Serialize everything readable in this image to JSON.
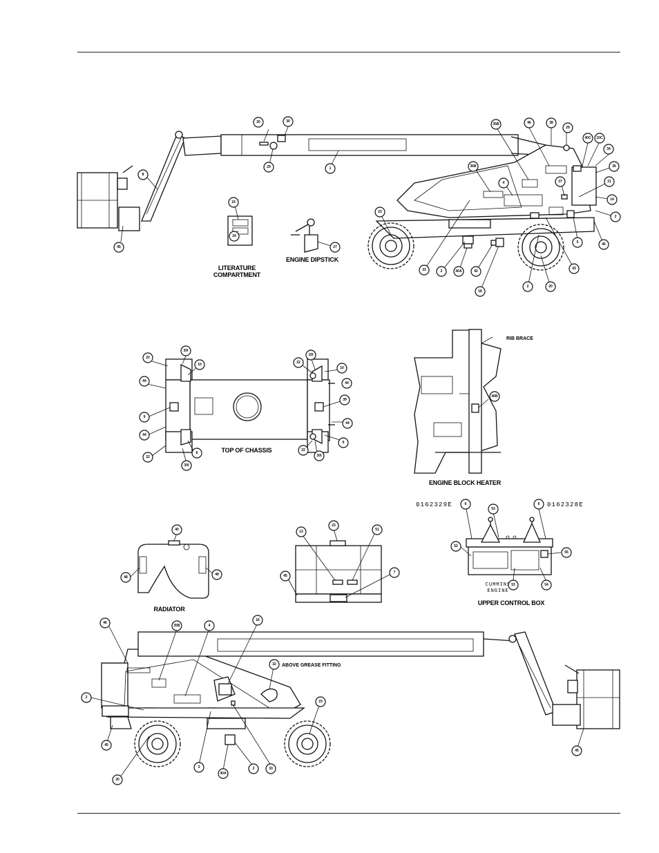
{
  "captions": {
    "literature": [
      "LITERATURE",
      "COMPARTMENT"
    ],
    "dipstick": "ENGINE DIPSTICK",
    "chassis": "TOP OF CHASSIS",
    "rib_brace": "RIB BRACE",
    "block_heater": "ENGINE BLOCK HEATER",
    "radiator": "RADIATOR",
    "upper_control_box": "UPPER CONTROL BOX",
    "grease": "ABOVE GREASE FITTING",
    "cummins": [
      "CUMMINS",
      "ENGINE"
    ],
    "code_left": "0162329E",
    "code_right": "0162328E"
  },
  "callouts": {
    "top_view": [
      "8",
      "45",
      "20",
      "30",
      "29",
      "1",
      "19",
      "24",
      "27",
      "35B",
      "46",
      "38",
      "29",
      "40C",
      "10C",
      "34",
      "36",
      "21",
      "14",
      "2",
      "45",
      "5",
      "43",
      "37",
      "36B",
      "4",
      "23",
      "33",
      "2",
      "40A",
      "42",
      "18",
      "2",
      "20"
    ],
    "chassis": [
      "22",
      "44",
      "9",
      "44",
      "22",
      "30I",
      "10",
      "30I",
      "22",
      "10I",
      "10",
      "44",
      "39",
      "44",
      "9",
      "30I",
      "22",
      "6"
    ],
    "heater": [
      "40B"
    ],
    "ucb": [
      "6",
      "6",
      "53",
      "52",
      "55",
      "53",
      "54"
    ],
    "radiator": [
      "40",
      "48",
      "48"
    ],
    "platform": [
      "13",
      "23",
      "51",
      "45",
      "7"
    ],
    "bottom_view": [
      "46",
      "35B",
      "4",
      "16",
      "32",
      "2",
      "45",
      "20",
      "3",
      "40A",
      "2",
      "33",
      "23",
      "45"
    ]
  }
}
